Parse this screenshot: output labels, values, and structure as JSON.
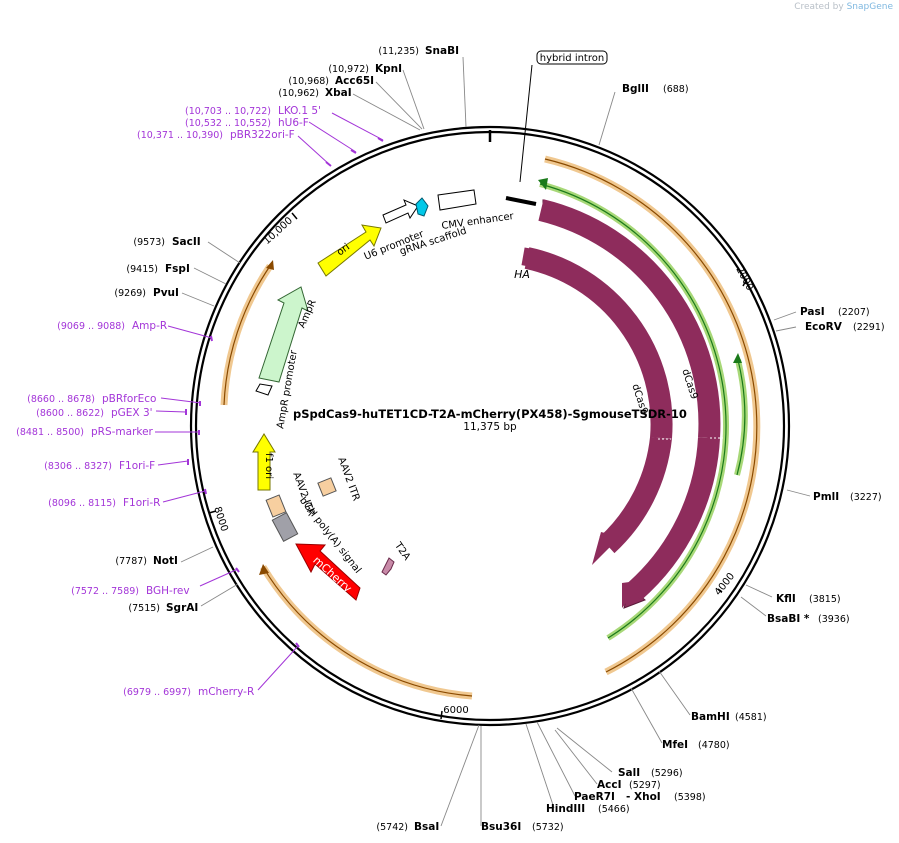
{
  "credit": {
    "prefix": "Created by",
    "brand": "SnapGene"
  },
  "plasmid": {
    "name": "pSpdCas9-huTET1CD-T2A-mCherry(PX458)-SgmouseTSDR-10",
    "length": "11,375 bp"
  },
  "tick_labels": [
    "2000",
    "4000",
    "6000",
    "8000",
    "10,000"
  ],
  "enzymes": [
    {
      "name": "SnaBI",
      "pos": "(11,235)"
    },
    {
      "name": "KpnI",
      "pos": "(10,972)"
    },
    {
      "name": "Acc65I",
      "pos": "(10,968)"
    },
    {
      "name": "XbaI",
      "pos": "(10,962)"
    },
    {
      "name": "BglII",
      "pos": "(688)"
    },
    {
      "name": "SacII",
      "pos": "(9573)"
    },
    {
      "name": "FspI",
      "pos": "(9415)"
    },
    {
      "name": "PvuI",
      "pos": "(9269)"
    },
    {
      "name": "PasI",
      "pos": "(2207)"
    },
    {
      "name": "EcoRV",
      "pos": "(2291)"
    },
    {
      "name": "PmlI",
      "pos": "(3227)"
    },
    {
      "name": "KflI",
      "pos": "(3815)"
    },
    {
      "name": "BsaBI *",
      "pos": "(3936)"
    },
    {
      "name": "BamHI",
      "pos": "(4581)"
    },
    {
      "name": "MfeI",
      "pos": "(4780)"
    },
    {
      "name": "SalI",
      "pos": "(5296)"
    },
    {
      "name": "AccI",
      "pos": "(5297)"
    },
    {
      "name": "PaeR7I",
      "pos": ""
    },
    {
      "name": "- XhoI",
      "pos": "(5398)"
    },
    {
      "name": "HindIII",
      "pos": "(5466)"
    },
    {
      "name": "BsaI",
      "pos": "(5742)"
    },
    {
      "name": "Bsu36I",
      "pos": "(5732)"
    },
    {
      "name": "NotI",
      "pos": "(7787)"
    },
    {
      "name": "SgrAI",
      "pos": "(7515)"
    }
  ],
  "primers": [
    {
      "name": "LKO.1 5'",
      "pos": "(10,703 .. 10,722)"
    },
    {
      "name": "hU6-F",
      "pos": "(10,532 .. 10,552)"
    },
    {
      "name": "pBR322ori-F",
      "pos": "(10,371 .. 10,390)"
    },
    {
      "name": "Amp-R",
      "pos": "(9069 .. 9088)"
    },
    {
      "name": "pBRforEco",
      "pos": "(8660 .. 8678)"
    },
    {
      "name": "pGEX 3'",
      "pos": "(8600 .. 8622)"
    },
    {
      "name": "pRS-marker",
      "pos": "(8481 .. 8500)"
    },
    {
      "name": "F1ori-F",
      "pos": "(8306 .. 8327)"
    },
    {
      "name": "F1ori-R",
      "pos": "(8096 .. 8115)"
    },
    {
      "name": "BGH-rev",
      "pos": "(7572 .. 7589)"
    },
    {
      "name": "mCherry-R",
      "pos": "(6979 .. 6997)"
    }
  ],
  "features": {
    "hybrid_intron": "hybrid intron",
    "cmv_enhancer": "CMV enhancer",
    "u6_promoter": "U6 promoter",
    "grna_scaffold": "gRNA scaffold",
    "ori": "ori",
    "ampr": "AmpR",
    "ampr_promoter": "AmpR promoter",
    "f1_ori": "f1 ori",
    "aav2_itr_a": "AAV2 ITR",
    "aav2_itr_b": "AAV2 ITR",
    "bgh": "bGH poly(A) signal",
    "mcherry": "mCherry",
    "t2a": "T2A",
    "ha": "HA",
    "dcas9_outer": "dCas9",
    "dcas9_inner": "dCas9"
  },
  "colors": {
    "dcas9": "#8e2c5c",
    "orf_orange": "#f0c890",
    "orf_green": "#a8d878",
    "ori": "#ffff00",
    "ampr": "#ccf5cc",
    "mcherry": "#ff0000",
    "u6": "#00c8e8",
    "primer": "#a335d8",
    "itr": "#f7cfa0",
    "bgh": "#a0a0a8"
  }
}
